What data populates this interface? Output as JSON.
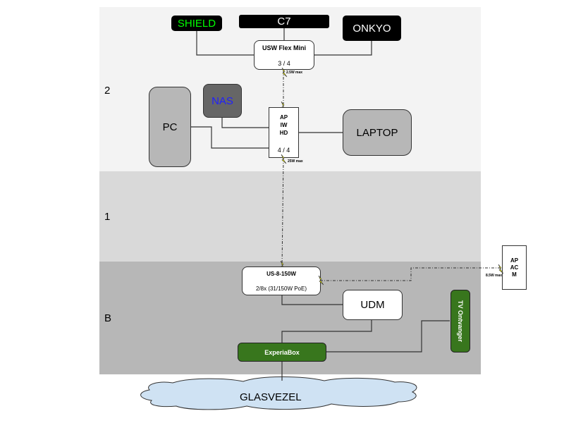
{
  "zones": [
    {
      "id": "2",
      "label": "2"
    },
    {
      "id": "1",
      "label": "1"
    },
    {
      "id": "B",
      "label": "B"
    }
  ],
  "colors": {
    "zone_2": "#f3f3f3",
    "zone_1": "#d9d9d9",
    "zone_b": "#b7b7b7",
    "shield_text": "#00ff00",
    "nas_text": "#1f1fff",
    "nas_fill": "#666666",
    "green_fill": "#38761d",
    "cloud_fill": "#cfe2f3",
    "poe_bolt": "#ffff00"
  },
  "nodes": {
    "shield": "SHIELD",
    "c7": "C7",
    "onkyo": "ONKYO",
    "usw_flex_mini": {
      "title": "USW Flex Mini",
      "ports": "3 / 4",
      "poe": "2.5W max"
    },
    "pc": "PC",
    "nas": "NAS",
    "ap_iw_hd": {
      "line1": "AP",
      "line2": "IW",
      "line3": "HD",
      "ports": "4 / 4",
      "poe": "25W max"
    },
    "laptop": "LAPTOP",
    "us_8_150w": {
      "title": "US-8-150W",
      "ports": "2/8x (31/150W PoE)"
    },
    "ap_ac_m": {
      "line1": "AP",
      "line2": "AC",
      "line3": "M",
      "poe": "8.5W max"
    },
    "udm": "UDM",
    "tv_ontvanger": "TV Ontvanger",
    "experiabox": "ExperiaBox",
    "glasvezel": "GLASVEZEL"
  }
}
